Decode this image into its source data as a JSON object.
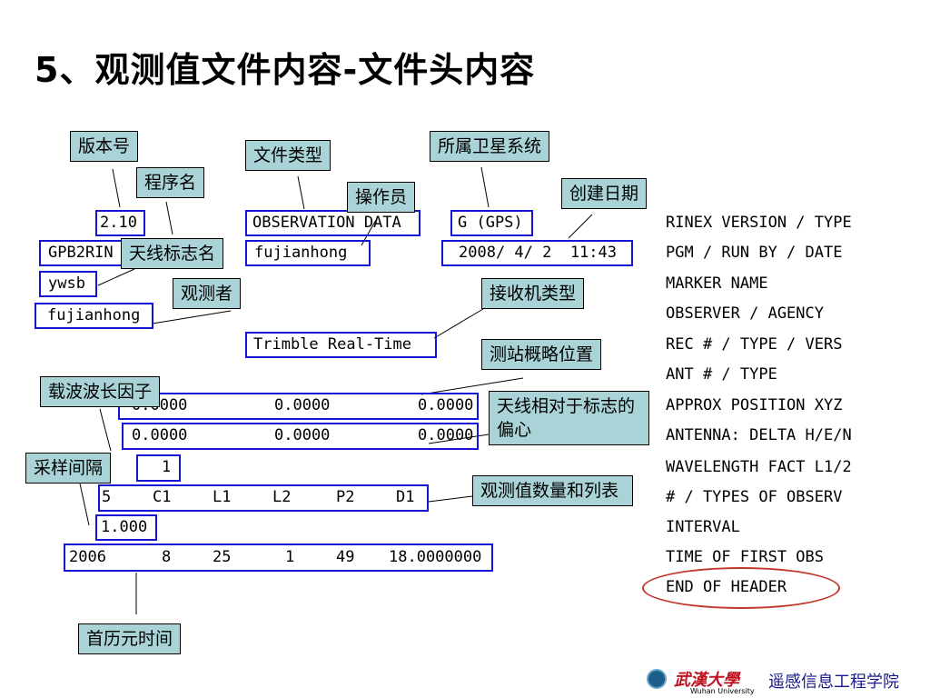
{
  "title": "5、观测值文件内容-文件头内容",
  "header_values": {
    "version": "2.10",
    "file_type": "OBSERVATION DATA",
    "satellite_system": "G (GPS)",
    "program": "GPB2RIN",
    "run_by": "fujianhong",
    "date": "2008/ 4/ 2  11:43",
    "marker_name": "ywsb",
    "observer": "fujianhong",
    "receiver": "Trimble Real-Time",
    "pos_row1": [
      "0.0000",
      "0.0000",
      "0.0000"
    ],
    "delta_row": [
      "0.0000",
      "0.0000",
      "0.0000"
    ],
    "wavelength": "1",
    "obs_types": [
      "5",
      "C1",
      "L1",
      "L2",
      "P2",
      "D1"
    ],
    "interval": "1.000",
    "first_obs": [
      "2006",
      "8",
      "25",
      "1",
      "49",
      "18.0000000"
    ]
  },
  "record_labels": [
    "RINEX VERSION / TYPE",
    "PGM / RUN BY / DATE",
    "MARKER NAME",
    "OBSERVER / AGENCY",
    "REC # / TYPE / VERS",
    "ANT # / TYPE",
    "APPROX POSITION XYZ",
    "ANTENNA: DELTA H/E/N",
    "WAVELENGTH FACT L1/2",
    "# / TYPES OF OBSERV",
    "INTERVAL",
    "TIME OF FIRST OBS",
    "END OF HEADER"
  ],
  "callouts": {
    "version": "版本号",
    "program": "程序名",
    "file_type": "文件类型",
    "operator": "操作员",
    "satellite_system": "所属卫星系统",
    "date": "创建日期",
    "antenna_marker": "天线标志名",
    "observer": "观测者",
    "receiver": "接收机类型",
    "approx_position": "测站概略位置",
    "wavelength": "载波波长因子",
    "antenna_offset": "天线相对于标志的偏心",
    "interval": "采样间隔",
    "obs_types": "观测值数量和列表",
    "first_obs": "首历元时间"
  },
  "footer": {
    "university": "武漢大學",
    "university_en": "Wuhan University",
    "school": "遥感信息工程学院"
  }
}
